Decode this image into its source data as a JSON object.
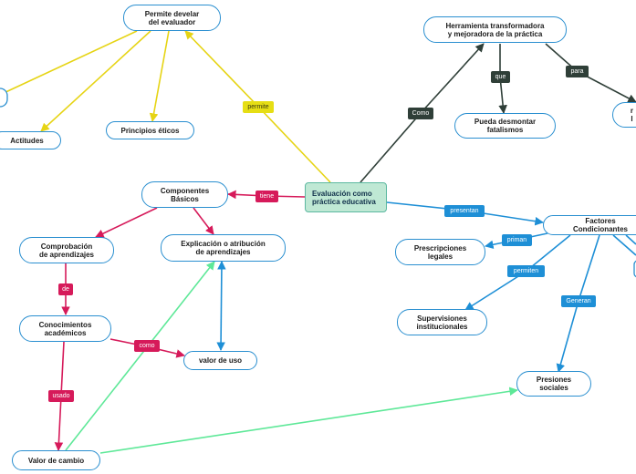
{
  "colors": {
    "dark": "#2f3f38",
    "red": "#d61a5a",
    "blue": "#1e8fd6",
    "green": "#5ee898",
    "yellow": "#e6d414",
    "node_border": "#2a8fd0",
    "center_fill": "#bfe8d4"
  },
  "nodes": {
    "evaluacion": "Evaluación como\npráctica educativa",
    "permite_develar": "Permite develar\ndel evaluador",
    "actitudes": "Actitudes",
    "principios": "Principios éticos",
    "herramienta": "Herramienta transformadora\ny mejoradora de la práctica",
    "desmontar": "Pueda desmontar\nfatalismos",
    "cut_right": "r\nl",
    "componentes": "Componentes\nBásicos",
    "comprobacion": "Comprobación\nde aprendizajes",
    "explicacion": "Explicación o atribución\nde aprendizajes",
    "conocimientos": "Conocimientos\nacadémicos",
    "valor_uso": "valor de uso",
    "valor_cambio": "Valor de cambio",
    "factores": "Factores Condicionantes",
    "prescripciones": "Prescripciones\nlegales",
    "supervisiones": "Supervisiones\ninstitucionales",
    "presiones": "Presiones\nsociales"
  },
  "labels": {
    "permite": "permite",
    "como_dark": "Como",
    "que": "que",
    "para": "para",
    "tiene": "tiene",
    "de": "de",
    "como_red": "como",
    "usado": "usado",
    "presentan": "presentan",
    "priman": "priman",
    "permiten": "permiten",
    "generan": "Generan"
  }
}
